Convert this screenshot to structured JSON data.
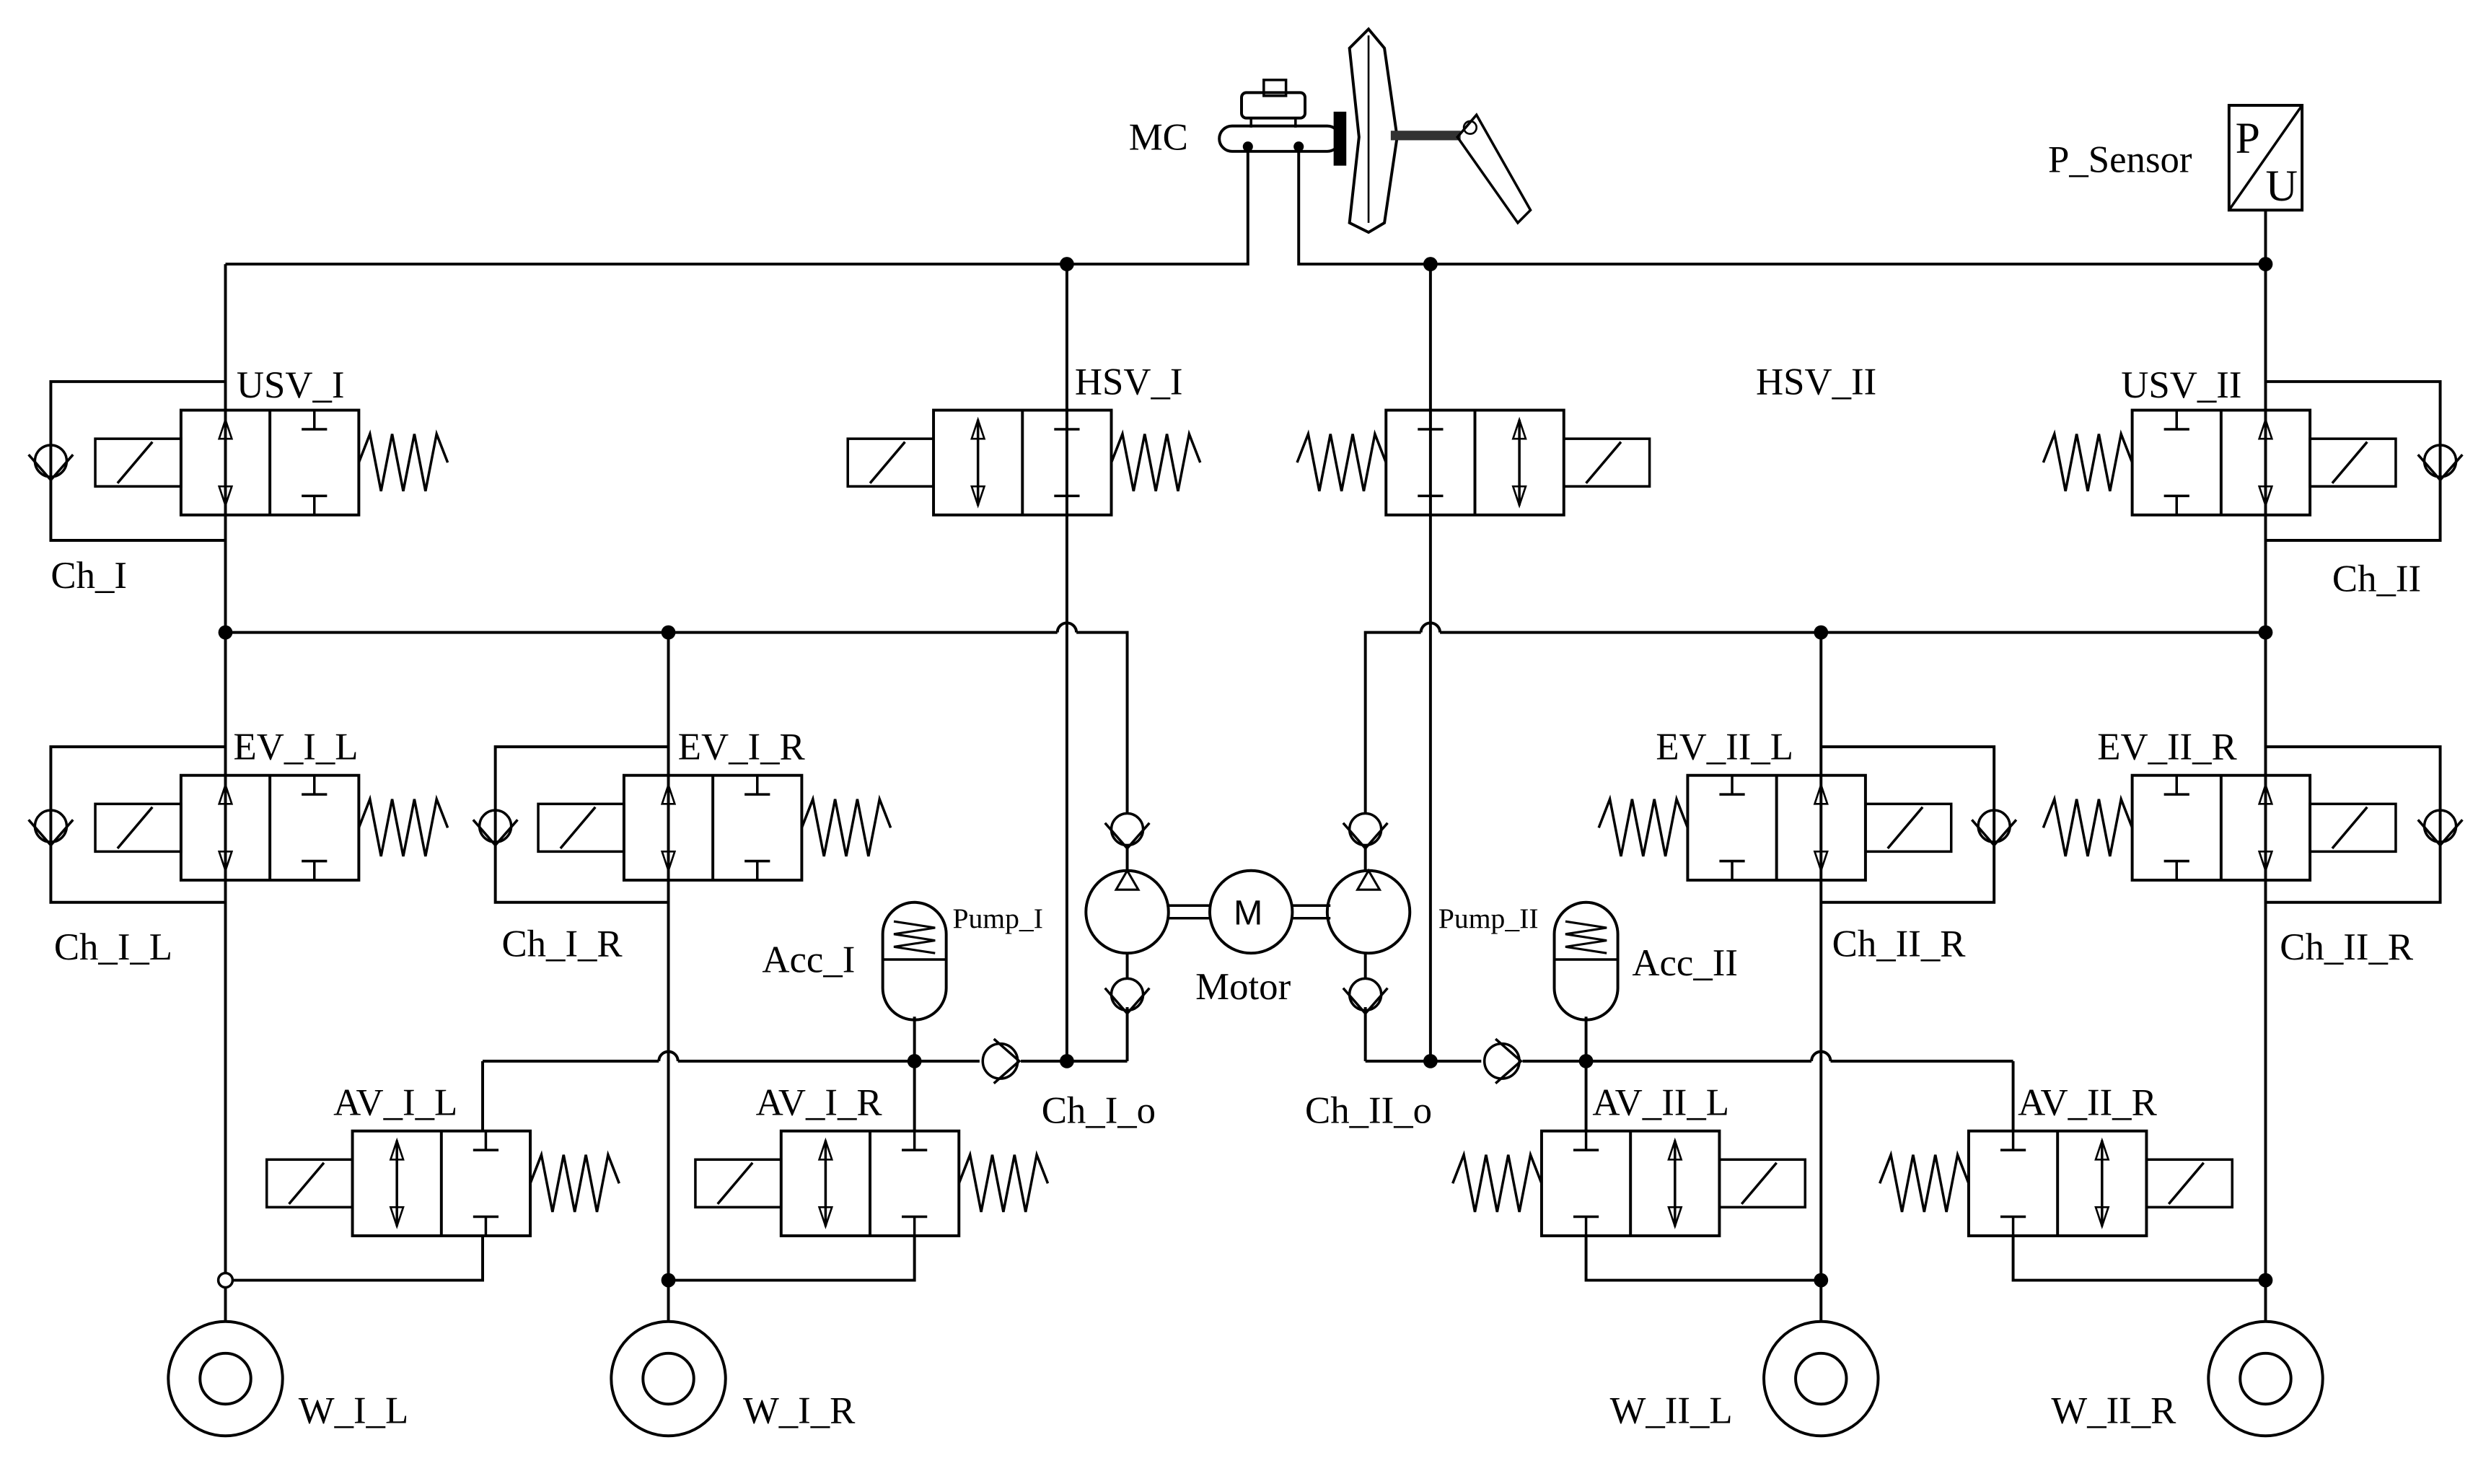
{
  "labels": {
    "mc": "MC",
    "p_sensor": "P_Sensor",
    "p_sensor_p": "P",
    "p_sensor_u": "U",
    "usv_i": "USV_I",
    "usv_ii": "USV_II",
    "hsv_i": "HSV_I",
    "hsv_ii": "HSV_II",
    "ch_i": "Ch_I",
    "ch_ii": "Ch_II",
    "ev_i_l": "EV_I_L",
    "ev_i_r": "EV_I_R",
    "ev_ii_l": "EV_II_L",
    "ev_ii_r": "EV_II_R",
    "ch_i_l": "Ch_I_L",
    "ch_i_r": "Ch_I_R",
    "ch_ii_l": "Ch_II_R",
    "ch_ii_r": "Ch_II_R",
    "pump_i": "Pump_I",
    "pump_ii": "Pump_II",
    "motor": "Motor",
    "motor_symbol": "M",
    "acc_i": "Acc_I",
    "acc_ii": "Acc_II",
    "ch_i_o": "Ch_I_o",
    "ch_ii_o": "Ch_II_o",
    "av_i_l": "AV_I_L",
    "av_i_r": "AV_I_R",
    "av_ii_l": "AV_II_L",
    "av_ii_r": "AV_II_R",
    "w_i_l": "W_I_L",
    "w_i_r": "W_I_R",
    "w_ii_l": "W_II_L",
    "w_ii_r": "W_II_R"
  }
}
